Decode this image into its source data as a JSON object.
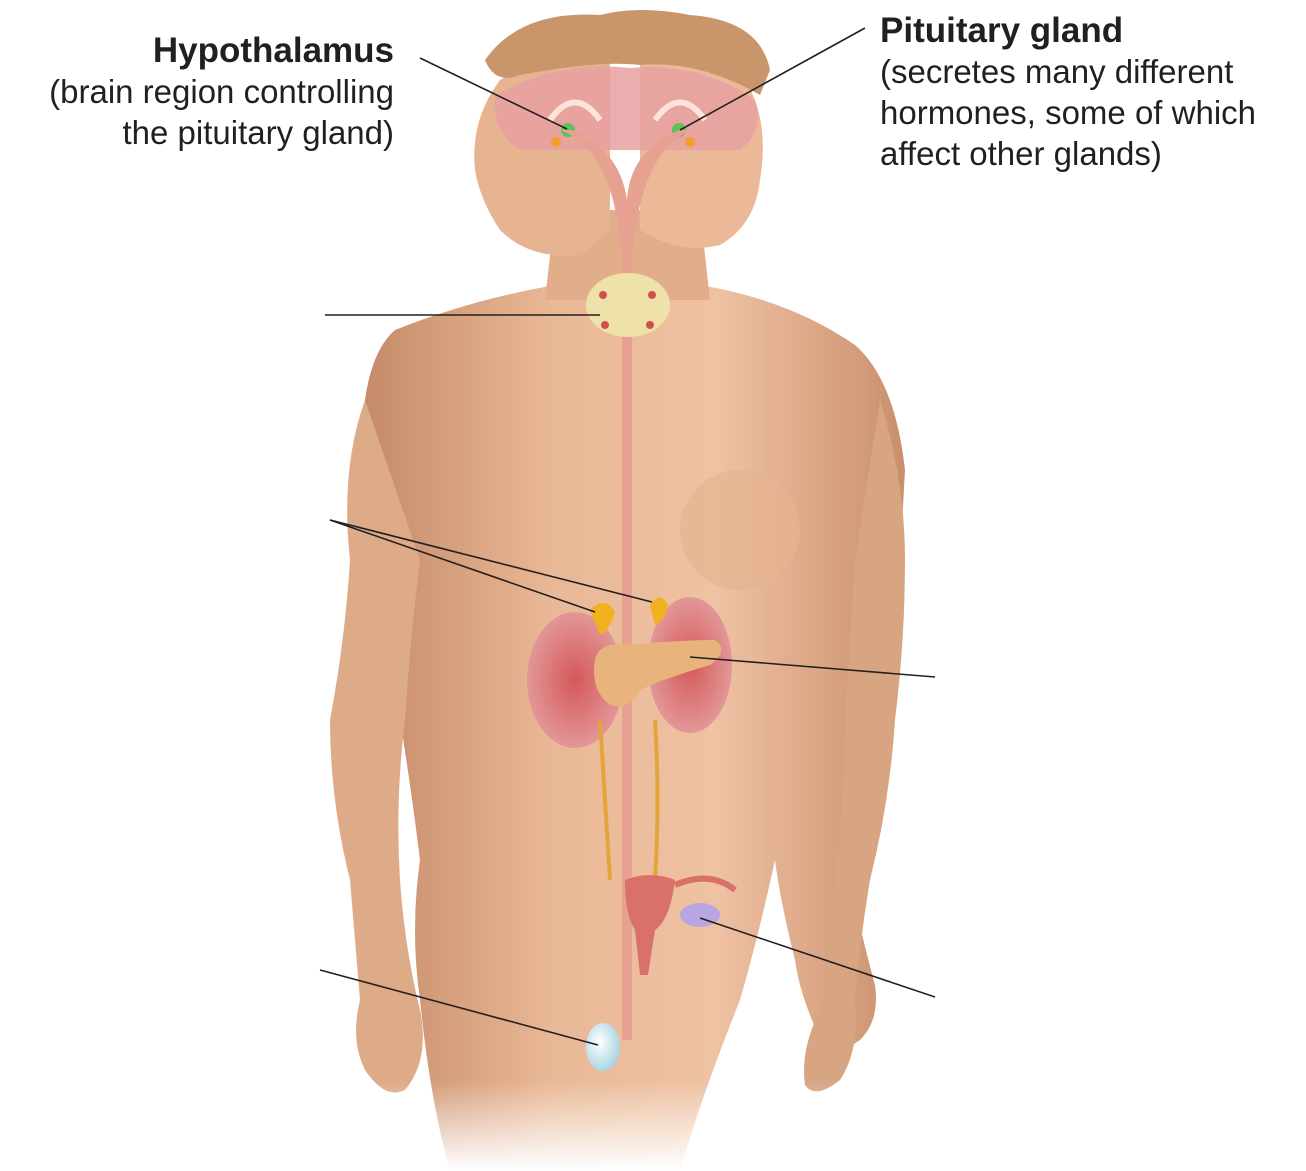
{
  "labels": {
    "hypothalamus": {
      "name": "Hypothalamus",
      "desc_line1": "(brain region controlling",
      "desc_line2": "the pituitary gland)"
    },
    "pituitary": {
      "name": "Pituitary gland",
      "desc_line1": "(secretes many different",
      "desc_line2": "hormones, some of which",
      "desc_line3": "affect other glands)"
    }
  },
  "colors": {
    "skin": "#e9b896",
    "skin_shadow": "#c98f6d",
    "hair": "#c9956a",
    "brain": "#e8a0a0",
    "nerve": "#e7a191",
    "thyroid": "#efe2a8",
    "adrenal": "#f2b21e",
    "kidney": "#c9646a",
    "pancreas": "#e9b37e",
    "uterus": "#d9706a",
    "ovary": "#b8a6e3",
    "testis": "#bfe3ee",
    "leader_line": "#231f20"
  }
}
